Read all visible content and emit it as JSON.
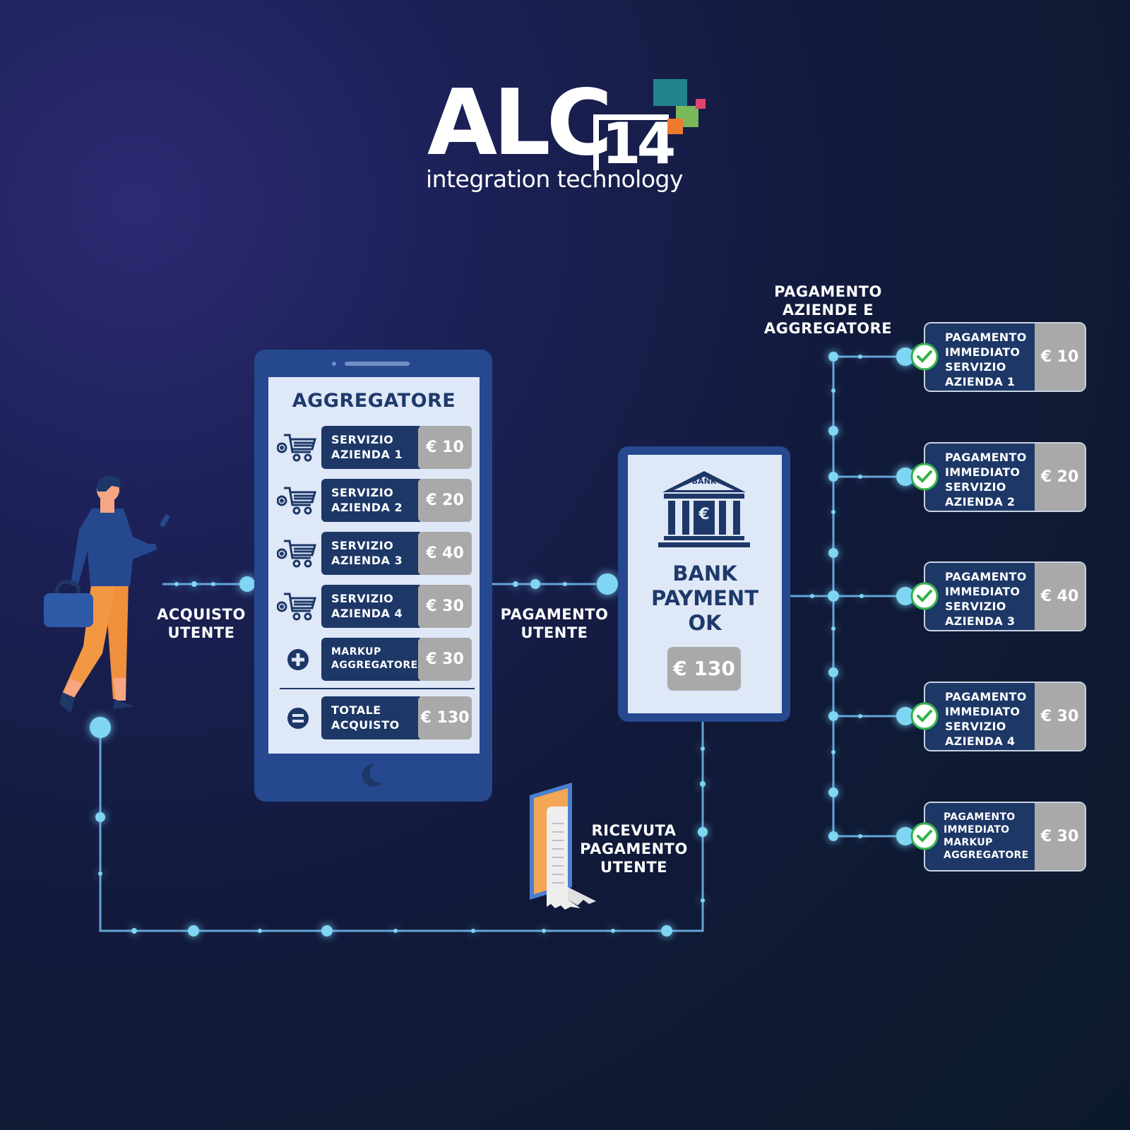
{
  "brand": {
    "name": "ALC",
    "number": "14",
    "tagline": "integration technology"
  },
  "labels": {
    "acquisto_utente": [
      "ACQUISTO",
      "UTENTE"
    ],
    "pagamento_utente": [
      "PAGAMENTO",
      "UTENTE"
    ],
    "pagamento_aziende": [
      "PAGAMENTO",
      "AZIENDE E",
      "AGGREGATORE"
    ],
    "ricevuta": [
      "RICEVUTA",
      "PAGAMENTO",
      "UTENTE"
    ]
  },
  "aggregatore": {
    "title": "AGGREGATORE",
    "rows": [
      {
        "name": [
          "SERVIZIO",
          "AZIENDA 1"
        ],
        "price": "€ 10"
      },
      {
        "name": [
          "SERVIZIO",
          "AZIENDA 2"
        ],
        "price": "€ 20"
      },
      {
        "name": [
          "SERVIZIO",
          "AZIENDA 3"
        ],
        "price": "€ 40"
      },
      {
        "name": [
          "SERVIZIO",
          "AZIENDA 4"
        ],
        "price": "€ 30"
      },
      {
        "name": [
          "MARKUP",
          "AGGREGATORE"
        ],
        "price": "€ 30"
      },
      {
        "name": [
          "TOTALE",
          "ACQUISTO"
        ],
        "price": "€ 130"
      }
    ]
  },
  "bank": {
    "sign": "BANK",
    "title": [
      "BANK",
      "PAYMENT",
      "OK"
    ],
    "amount": "€ 130"
  },
  "payments": [
    {
      "name": [
        "PAGAMENTO",
        "IMMEDIATO",
        "SERVIZIO",
        "AZIENDA 1"
      ],
      "price": "€ 10"
    },
    {
      "name": [
        "PAGAMENTO",
        "IMMEDIATO",
        "SERVIZIO",
        "AZIENDA 2"
      ],
      "price": "€ 20"
    },
    {
      "name": [
        "PAGAMENTO",
        "IMMEDIATO",
        "SERVIZIO",
        "AZIENDA 3"
      ],
      "price": "€ 40"
    },
    {
      "name": [
        "PAGAMENTO",
        "IMMEDIATO",
        "SERVIZIO",
        "AZIENDA 4"
      ],
      "price": "€ 30"
    },
    {
      "name": [
        "PAGAMENTO",
        "IMMEDIATO",
        "MARKUP",
        "AGGREGATORE"
      ],
      "price": "€ 30"
    }
  ],
  "colors": {
    "accent": "#7fd6f2",
    "navy": "#1d3767",
    "device": "#26488e",
    "screen": "#dfe8f7",
    "price_bg": "#a9a9a9",
    "check": "#34b24a"
  }
}
